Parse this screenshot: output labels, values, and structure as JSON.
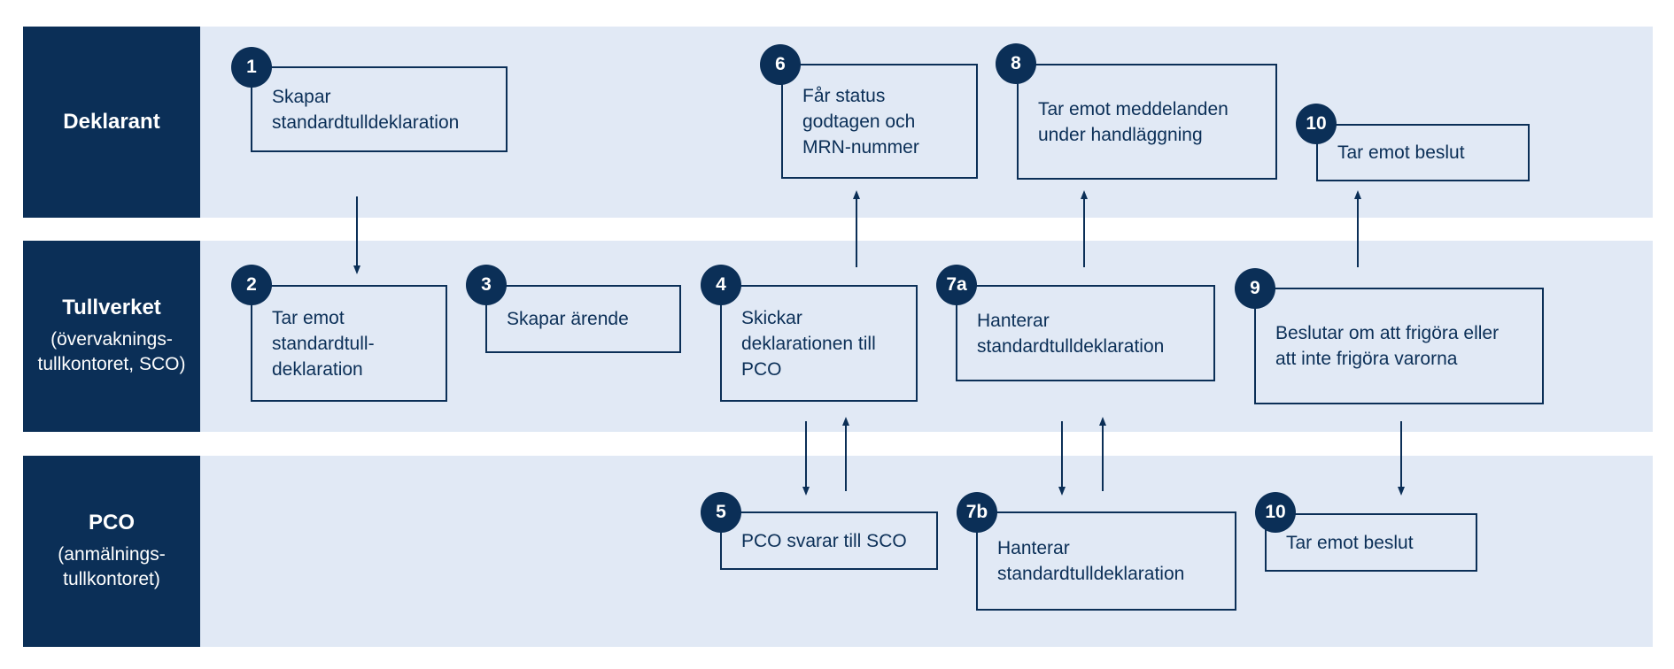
{
  "lanes": [
    {
      "title": "Deklarant",
      "subtitle": ""
    },
    {
      "title": "Tullverket",
      "subtitle": "(övervaknings-\ntullkontoret, SCO)"
    },
    {
      "title": "PCO",
      "subtitle": "(anmälnings-\ntullkontoret)"
    }
  ],
  "steps": [
    {
      "number": "1",
      "text": "Skapar\nstandardtulldeklaration"
    },
    {
      "number": "6",
      "text": "Får status\ngodtagen och\nMRN-nummer"
    },
    {
      "number": "8",
      "text": "Tar emot meddelanden\nunder handläggning"
    },
    {
      "number": "10",
      "text": "Tar emot beslut"
    },
    {
      "number": "2",
      "text": "Tar emot\nstandardtull-\ndeklaration"
    },
    {
      "number": "3",
      "text": "Skapar ärende"
    },
    {
      "number": "4",
      "text": "Skickar\ndeklarationen till\nPCO"
    },
    {
      "number": "7a",
      "text": "Hanterar\nstandardtulldeklaration"
    },
    {
      "number": "9",
      "text": "Beslutar om att frigöra eller\natt inte frigöra varorna"
    },
    {
      "number": "5",
      "text": "PCO svarar till SCO"
    },
    {
      "number": "7b",
      "text": "Hanterar\nstandardtulldeklaration"
    },
    {
      "number": "10",
      "text": "Tar emot beslut"
    }
  ],
  "colors": {
    "dark_navy": "#0b2f57",
    "lane_fill": "#e1e9f5",
    "white": "#ffffff"
  }
}
